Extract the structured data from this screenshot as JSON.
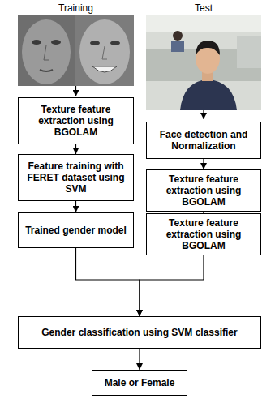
{
  "diagram": {
    "nodes": [
      {
        "text": [
          "Texture feature extraction using BGOLAM"
        ]
      },
      {
        "text": [
          "Feature training with FERET dataset using SVM"
        ]
      },
      {
        "text": [
          "Trained gender model"
        ]
      },
      {
        "text": [
          "Face detection and Normalization"
        ]
      },
      {
        "text": [
          "Texture feature extraction using BGOLAM"
        ]
      },
      {
        "text": [
          "Texture feature extraction using BGOLAM"
        ]
      },
      {
        "text": [
          "Gender classification using SVM classifier"
        ]
      },
      {
        "text": [
          "Male or Female"
        ]
      }
    ],
    "edges": [
      {
        "from": 0,
        "to": 1,
        "arrow": "to"
      },
      {
        "from": 1,
        "to": 2,
        "arrow": "to"
      },
      {
        "from": 3,
        "to": 4,
        "arrow": "to"
      },
      {
        "from": 4,
        "to": 5,
        "arrow": "to"
      },
      {
        "from": 2,
        "to": 6,
        "arrow": "to"
      },
      {
        "from": 5,
        "to": 6,
        "arrow": "to"
      },
      {
        "from": 6,
        "to": 7,
        "arrow": "to"
      }
    ],
    "labels": [
      "Training",
      "Test"
    ]
  }
}
